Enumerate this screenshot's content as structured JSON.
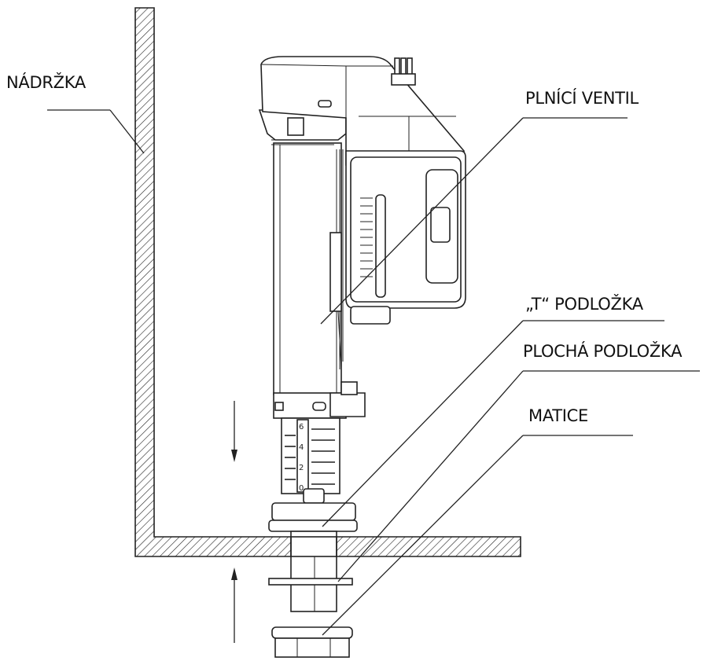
{
  "labels": {
    "tank": "NÁDRŽKA",
    "fill_valve": "PLNÍCÍ VENTIL",
    "t_washer": "„T“ PODLOŽKA",
    "flat_washer": "PLOCHÁ PODLOŽKA",
    "nut": "MATICE"
  },
  "scale_marks_lower": [
    "6",
    "4",
    "2",
    "0"
  ],
  "colors": {
    "line": "#222222",
    "background": "#ffffff"
  }
}
